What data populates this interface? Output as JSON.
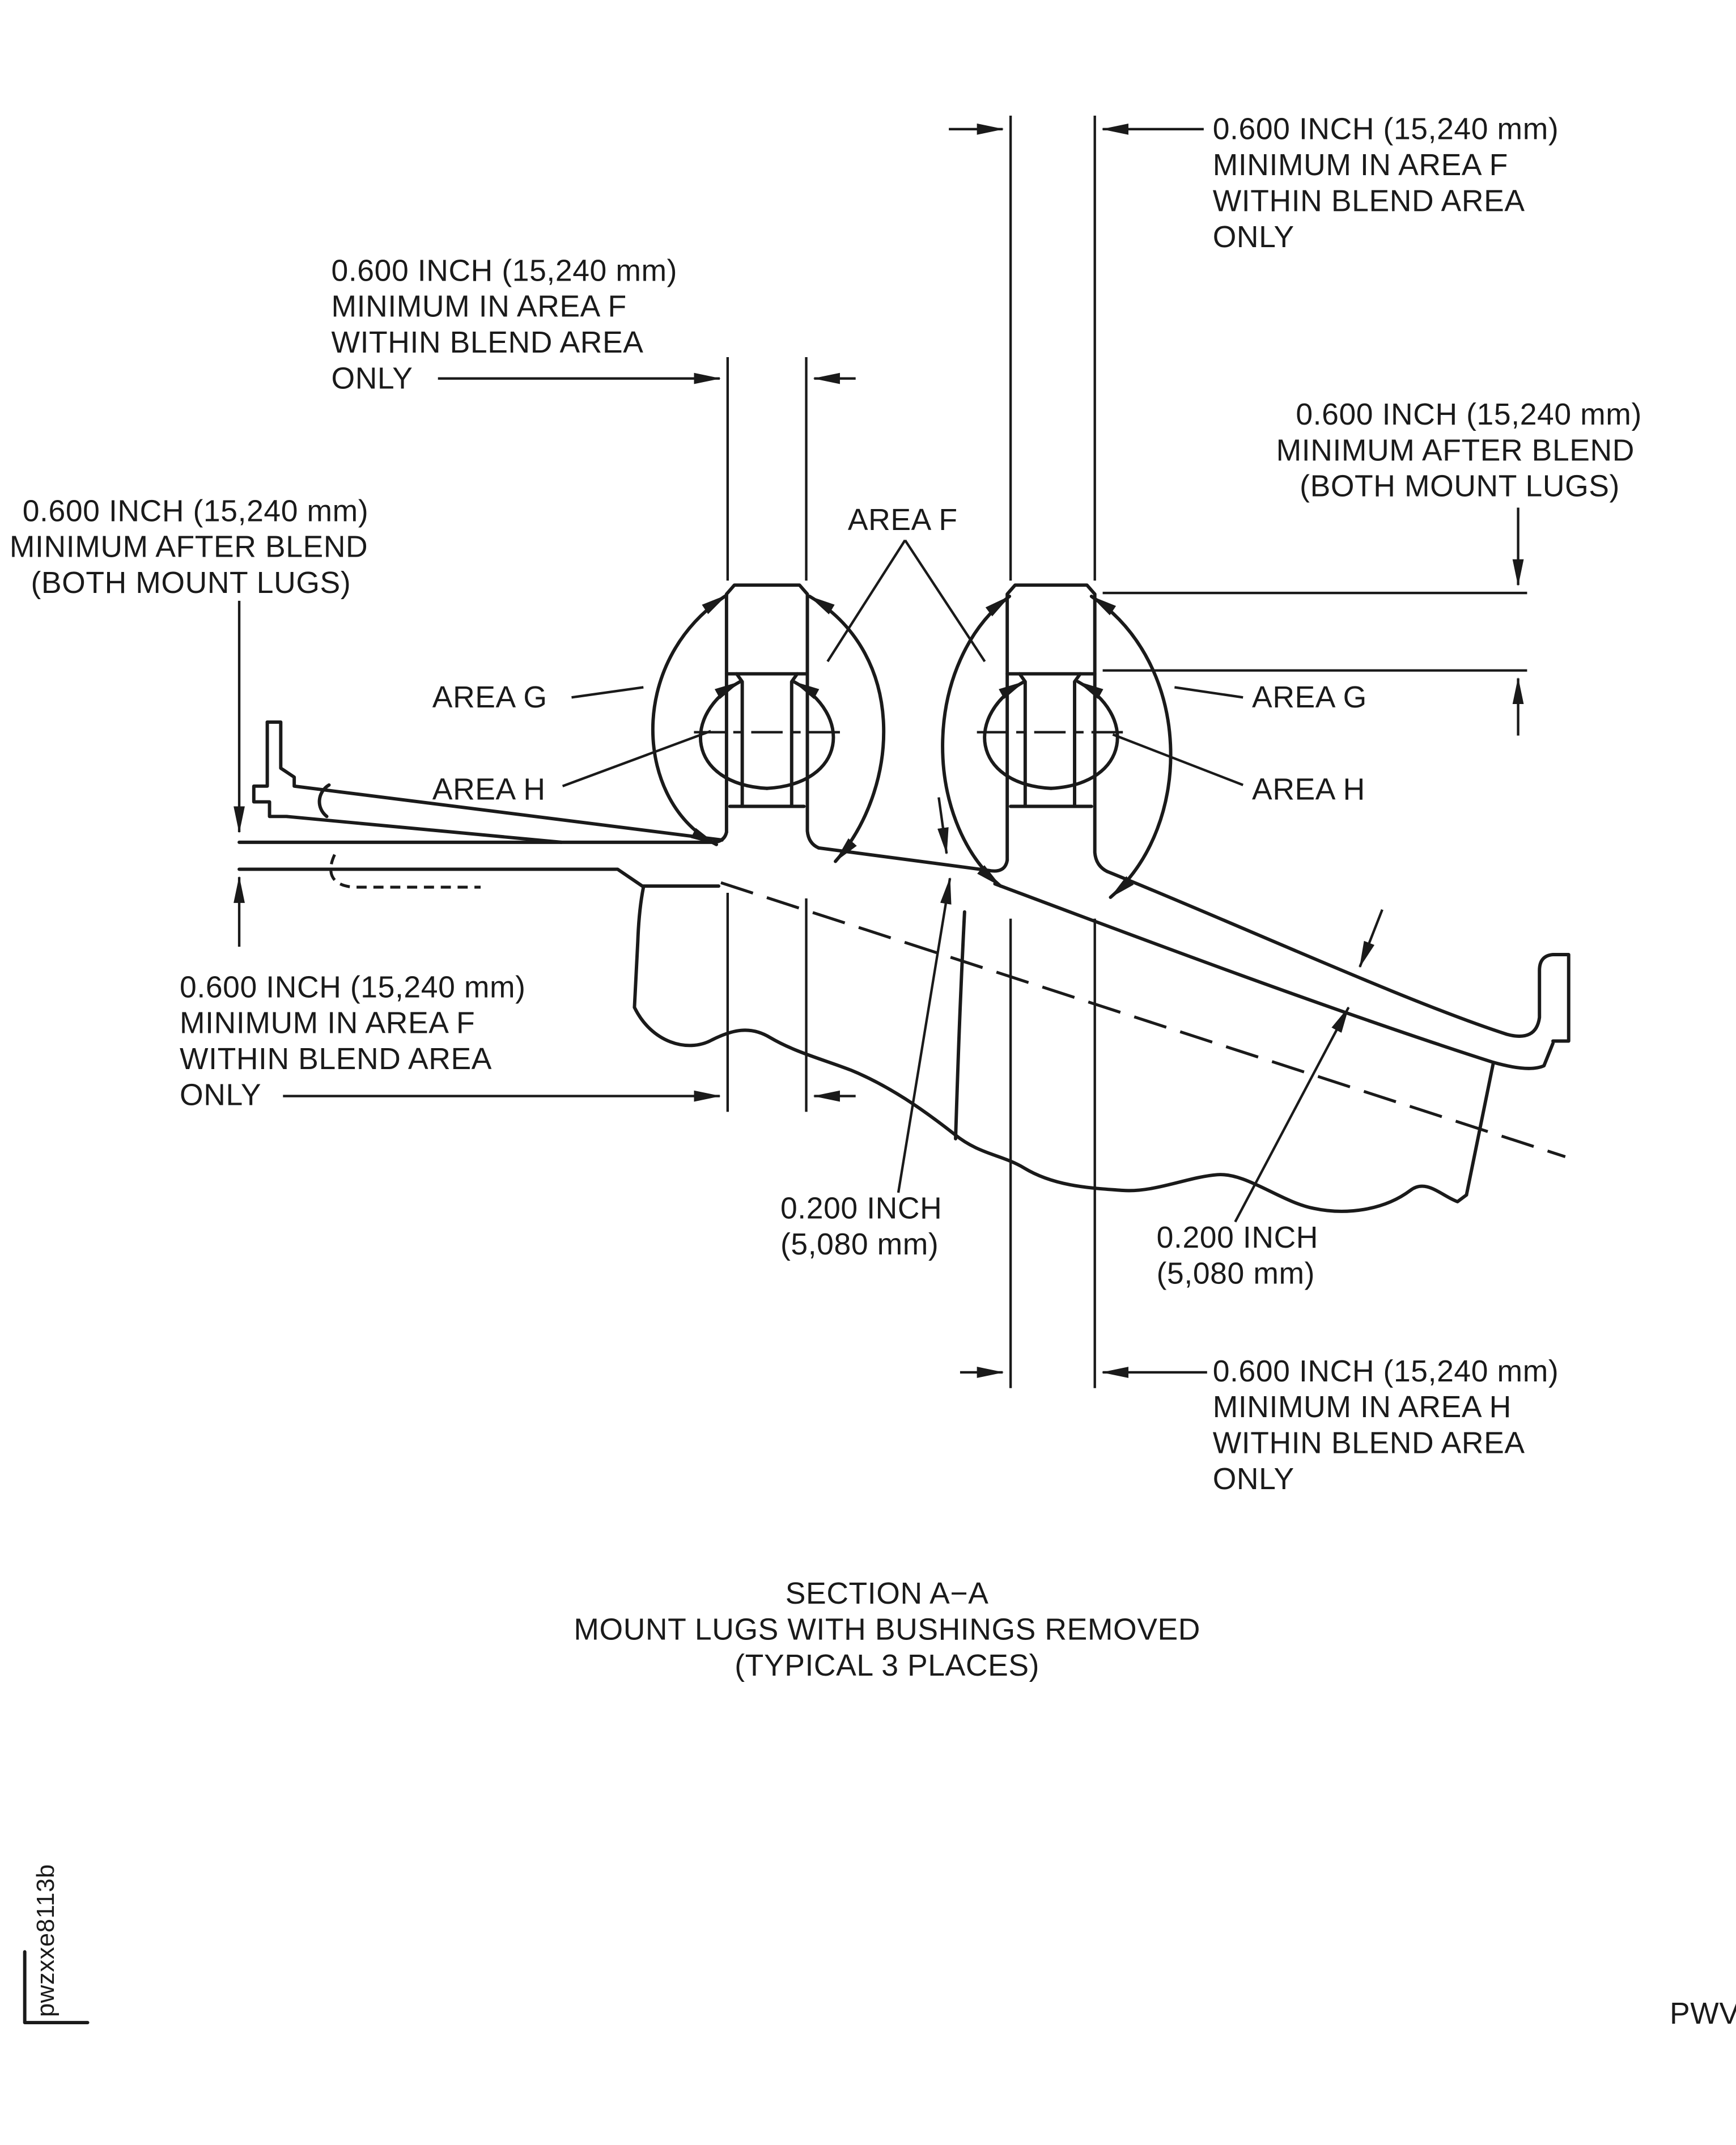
{
  "page": {
    "background": "#ffffff",
    "ink": "#1a1a1a"
  },
  "drawing": {
    "caption_line1": "SECTION A−A",
    "caption_line2": "MOUNT LUGS WITH BUSHINGS REMOVED",
    "caption_line3": "(TYPICAL 3 PLACES)",
    "doc_code": "pwzxxe8113b",
    "publisher_mark": "PWV"
  },
  "labels": {
    "area_f": "AREA F",
    "area_g_left": "AREA G",
    "area_g_right": "AREA G",
    "area_h_left": "AREA H",
    "area_h_right": "AREA H"
  },
  "dimensions": {
    "top_right": {
      "l1": "0.600 INCH (15,240 mm)",
      "l2": "MINIMUM IN AREA F",
      "l3": "WITHIN BLEND AREA",
      "l4": "ONLY"
    },
    "upper_left": {
      "l1": "0.600 INCH (15,240 mm)",
      "l2": "MINIMUM IN AREA F",
      "l3": "WITHIN BLEND AREA",
      "l4": "ONLY"
    },
    "left_after_blend": {
      "l1": "0.600 INCH (15,240 mm)",
      "l2": "MINIMUM AFTER BLEND",
      "l3": "(BOTH MOUNT LUGS)"
    },
    "right_after_blend": {
      "l1": "0.600 INCH (15,240 mm)",
      "l2": "MINIMUM AFTER BLEND",
      "l3": "(BOTH MOUNT LUGS)"
    },
    "lower_left": {
      "l1": "0.600 INCH (15,240 mm)",
      "l2": "MINIMUM IN AREA F",
      "l3": "WITHIN BLEND AREA",
      "l4": "ONLY"
    },
    "bottom_right": {
      "l1": "0.600 INCH (15,240 mm)",
      "l2": "MINIMUM IN AREA H",
      "l3": "WITHIN BLEND AREA",
      "l4": "ONLY"
    },
    "web_thickness": {
      "l1": "0.200 INCH",
      "l2": "(5,080 mm)"
    },
    "wall_thickness": {
      "l1": "0.200 INCH",
      "l2": "(5,080 mm)"
    }
  }
}
